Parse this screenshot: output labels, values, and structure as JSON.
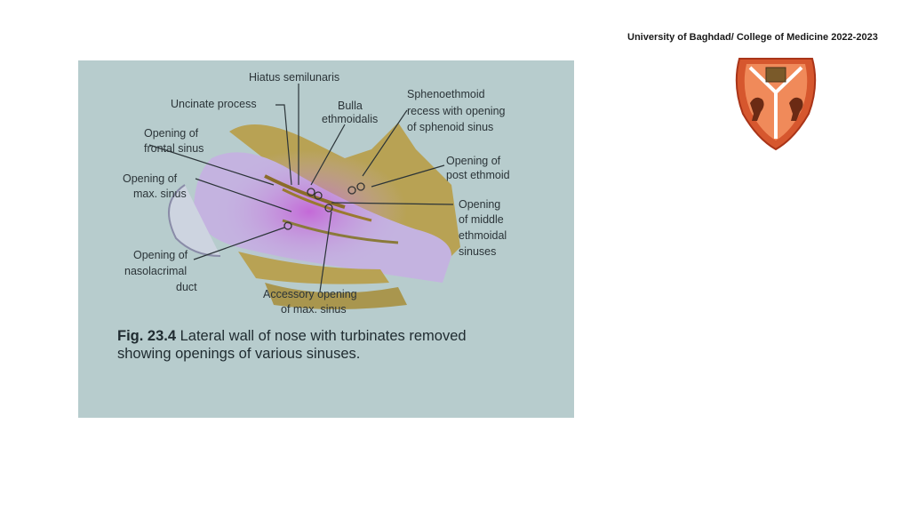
{
  "header": {
    "institution": "University of Baghdad/ College of Medicine 2022-2023"
  },
  "logo": {
    "colors": {
      "outer": "#d6572e",
      "inner": "#f08a5a",
      "border": "#a93418"
    }
  },
  "figure": {
    "labels": {
      "hiatus_semilunaris": "Hiatus semilunaris",
      "uncinate_process": "Uncinate process",
      "bulla_line1": "Bulla",
      "bulla_line2": "ethmoidalis",
      "sphenoethmoid_line1": "Sphenoethmoid",
      "sphenoethmoid_line2": "recess with opening",
      "sphenoethmoid_line3": "of sphenoid sinus",
      "frontal_line1": "Opening of",
      "frontal_line2": "frontal sinus",
      "post_ethmoid_line1": "Opening of",
      "post_ethmoid_line2": "post ethmoid",
      "max_sinus_line1": "Opening of",
      "max_sinus_line2": "max. sinus",
      "middle_ethmoidal_line1": "Opening",
      "middle_ethmoidal_line2": "of middle",
      "middle_ethmoidal_line3": "ethmoidal",
      "middle_ethmoidal_line4": "sinuses",
      "nasolacrimal_line1": "Opening of",
      "nasolacrimal_line2": "nasolacrimal",
      "nasolacrimal_line3": "duct",
      "accessory_line1": "Accessory opening",
      "accessory_line2": "of max. sinus"
    },
    "caption": {
      "number": "Fig. 23.4",
      "line1": "Lateral wall of nose with turbinates removed",
      "line2": "showing openings of various sinuses."
    },
    "colors": {
      "background": "#b7cccd",
      "bone": "#b8a254",
      "cavity": "#c4b3e0",
      "highlight": "#c45cd6"
    }
  }
}
